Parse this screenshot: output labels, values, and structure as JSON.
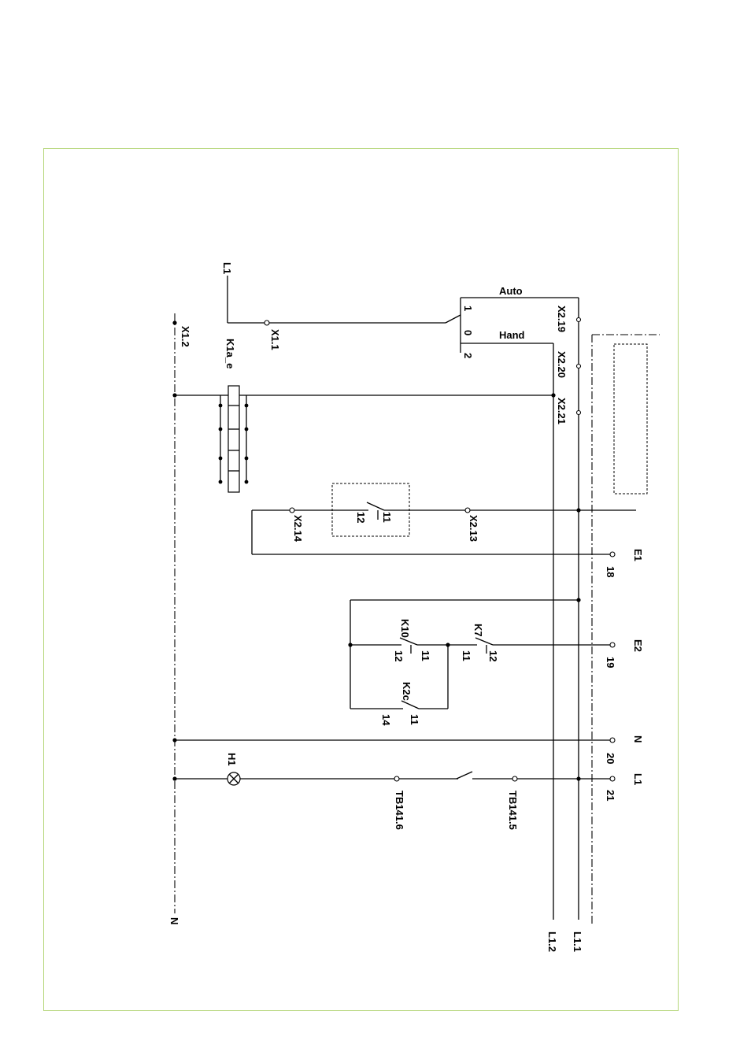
{
  "colors": {
    "frame": "#b5d67a",
    "wire": "#000000"
  },
  "labels": {
    "l1_top": "L1",
    "x11": "X1.1",
    "x12": "X1.2",
    "k1a_e": "K1a_e",
    "switch_auto": "Auto",
    "switch_hand": "Hand",
    "switch_pos1": "1",
    "switch_pos0": "0",
    "switch_pos2": "2",
    "x219": "X2.19",
    "x220": "X2.20",
    "x221": "X2.21",
    "x214": "X2.14",
    "x213": "X2.13",
    "c11a": "11",
    "c12a": "12",
    "e1": "E1",
    "t18": "18",
    "k10": "K10",
    "k10_11": "11",
    "k10_12": "12",
    "k7": "K7",
    "k7_11": "11",
    "k7_12": "12",
    "e2": "E2",
    "t19": "19",
    "k2c": "K2c",
    "k2c_11": "11",
    "k2c_14": "14",
    "n_right": "N",
    "t20": "20",
    "h1": "H1",
    "l1_right": "L1",
    "t21": "21",
    "tb1416": "TB141.6",
    "tb1415": "TB141.5",
    "n_bottom": "N",
    "l12": "L1.2",
    "l11": "L1.1"
  }
}
